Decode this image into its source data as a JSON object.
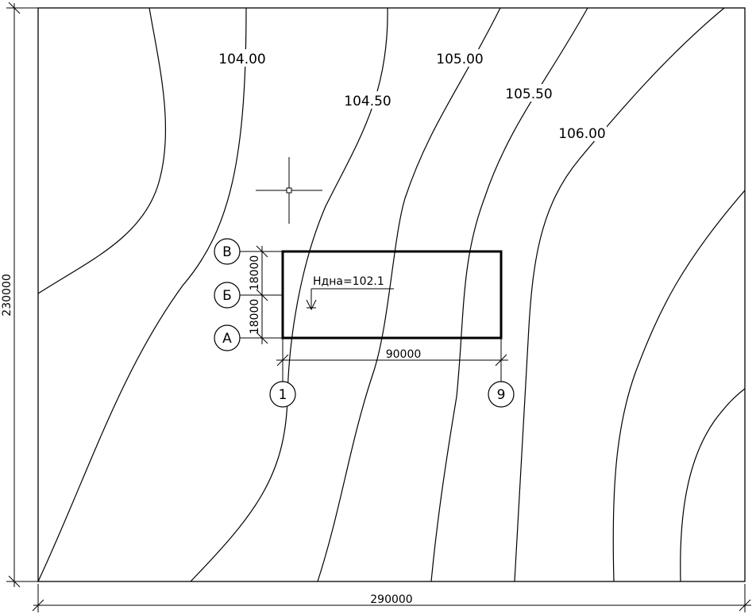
{
  "overall_dimensions": {
    "width": "290000",
    "height": "230000"
  },
  "contours": [
    "104.00",
    "104.50",
    "105.00",
    "105.50",
    "106.00"
  ],
  "building": {
    "length": "90000",
    "bay_1": "18000",
    "bay_2": "18000",
    "bottom_elevation_label": "Hдна=102.1"
  },
  "grid_axes": {
    "letters": [
      "В",
      "Б",
      "А"
    ],
    "numbers": [
      "1",
      "9"
    ]
  }
}
